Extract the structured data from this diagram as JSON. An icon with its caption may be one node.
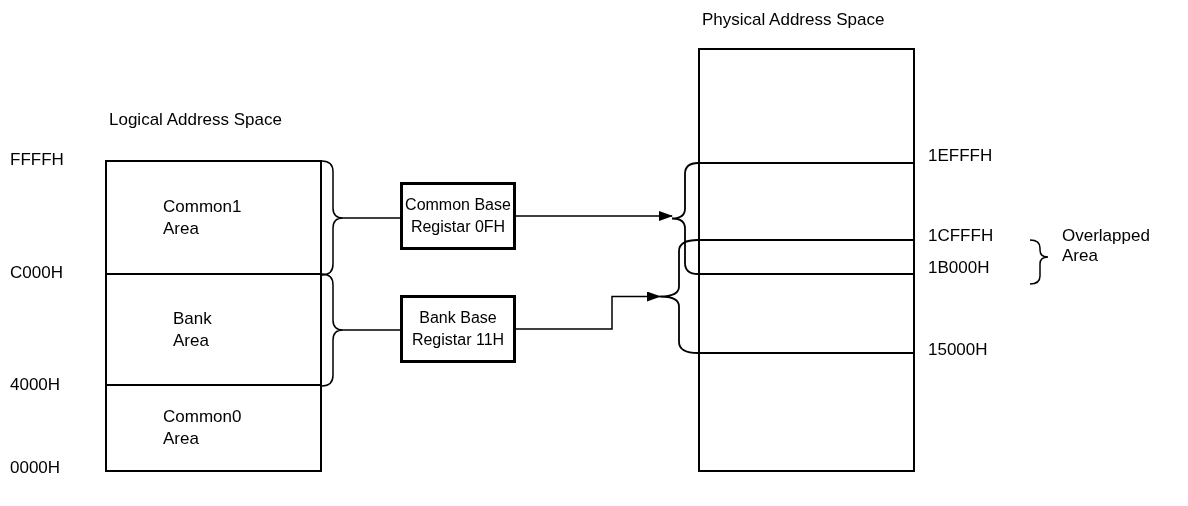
{
  "diagram": {
    "nodes": [
      {
        "text": [
          "Logical Address Space"
        ]
      },
      {
        "text": [
          "Common1 Area"
        ],
        "in": 0
      },
      {
        "text": [
          "Bank Area"
        ],
        "in": 0
      },
      {
        "text": [
          "Common0 Area"
        ],
        "in": 0
      },
      {
        "text": [
          "Common Base Registar 0FH"
        ]
      },
      {
        "text": [
          "Bank Base Registar 11H"
        ]
      },
      {
        "text": [
          "Physical Address Space"
        ]
      },
      {
        "text": [],
        "shape": "box"
      },
      {
        "text": [],
        "shape": "box"
      }
    ],
    "edges": [
      {
        "from": 1,
        "to": 4,
        "arrow": "none"
      },
      {
        "from": 4,
        "to": 7,
        "arrow": "to"
      },
      {
        "from": 2,
        "to": 5,
        "arrow": "none"
      },
      {
        "from": 5,
        "to": 8,
        "arrow": "to"
      }
    ],
    "labels": [
      "FFFFH",
      "C000H",
      "4000H",
      "0000H",
      "1EFFFH",
      "1CFFFH",
      "1B000H",
      "15000H",
      "Overlapped Area"
    ]
  }
}
